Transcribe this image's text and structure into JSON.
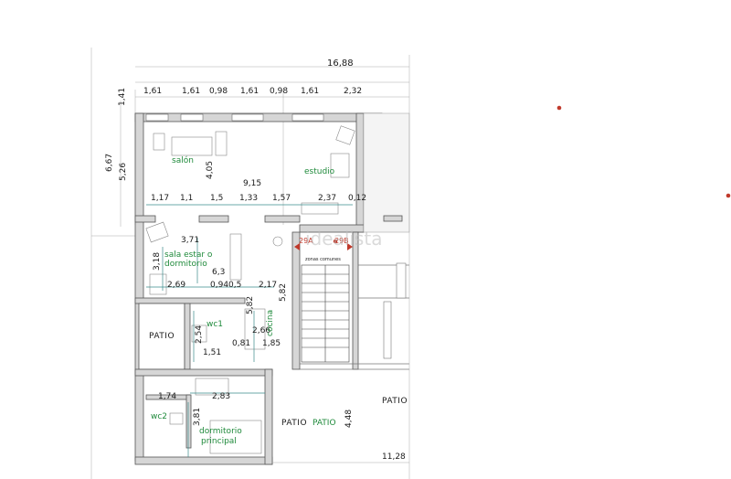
{
  "overall": {
    "total_width": "16,88",
    "height_outer": "6,67",
    "height_inner": "1,41",
    "height_b": "5,26",
    "bottom_width": "11,28"
  },
  "top_segments": [
    "1,61",
    "1,61",
    "0,98",
    "1,61",
    "0,98",
    "1,61",
    "2,32"
  ],
  "row_segments": [
    "1,17",
    "1,1",
    "1,5",
    "1,33",
    "1,57",
    "2,37",
    "0,12"
  ],
  "dims": {
    "salon_height": "4,05",
    "row_width": "9,15",
    "sala_width": "3,71",
    "sala_height": "3,18",
    "sala_depth": "6,3",
    "d_269": "2,69",
    "d_094": "0,94",
    "d_05": "0,5",
    "d_217": "2,17",
    "d_582a": "5,82",
    "d_582b": "5,82",
    "d_254": "2,54",
    "d_266": "2,66",
    "d_151": "1,51",
    "d_081": "0,81",
    "d_185": "1,85",
    "d_174": "1,74",
    "d_283": "2,83",
    "d_381": "3,81",
    "d_448": "4,48"
  },
  "rooms": {
    "salon": "salón",
    "estudio": "estudio",
    "sala_l1": "sala estar o",
    "sala_l2": "dormitorio",
    "wc1": "wc1",
    "cocina": "cocina",
    "wc2": "wc2",
    "dorm_l1": "dormitorio",
    "dorm_l2": "principal",
    "patio_green": "PATIO"
  },
  "patios": [
    "PATIO",
    "PATIO",
    "PATIO"
  ],
  "doors": {
    "a": "29A",
    "b": "29B"
  },
  "common": "zonas comunes",
  "watermark": "idealista",
  "colors": {
    "room_text": "#1f8a3b",
    "marker": "#c0392b",
    "wall": "#d6d6d6"
  }
}
